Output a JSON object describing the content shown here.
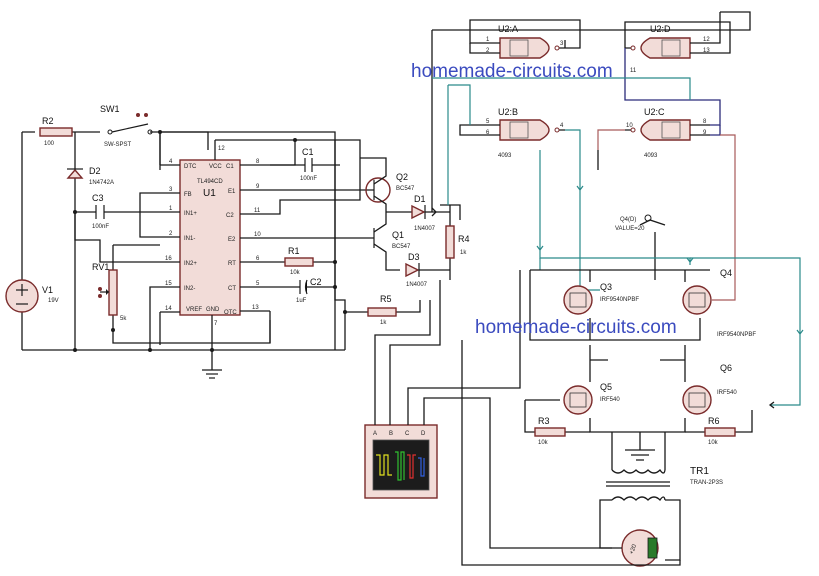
{
  "watermark": {
    "top": "homemade-circuits.com",
    "bottom": "homemade-circuits.com"
  },
  "components": {
    "r2": {
      "ref": "R2",
      "value": "100"
    },
    "sw1": {
      "ref": "SW1",
      "value": "SW-SPST"
    },
    "d2": {
      "ref": "D2",
      "value": "1N4742A"
    },
    "c3": {
      "ref": "C3",
      "value": "100nF"
    },
    "rv1": {
      "ref": "RV1",
      "value": "5k"
    },
    "v1": {
      "ref": "V1",
      "value": "19V"
    },
    "u1": {
      "ref": "U1",
      "part": "TL494CD",
      "pins_left": [
        "DTC",
        "FB",
        "IN1+",
        "IN1-",
        "IN2+",
        "IN2-"
      ],
      "pins_right": [
        "C1",
        "E1",
        "C2",
        "E2",
        "RT",
        "CT",
        "OTC"
      ],
      "pins_top": [
        "VCC"
      ],
      "pins_bottom": [
        "VREF",
        "GND"
      ],
      "pin_numbers_left": [
        "4",
        "3",
        "1",
        "2",
        "16",
        "15",
        "14"
      ],
      "pin_numbers_right": [
        "8",
        "9",
        "11",
        "10",
        "6",
        "5",
        "13"
      ],
      "pin_numbers_top": [
        "12"
      ],
      "pin_numbers_bottom": [
        "7"
      ]
    },
    "c1": {
      "ref": "C1",
      "value": "100nF"
    },
    "c2": {
      "ref": "C2",
      "value": "1uF"
    },
    "r1": {
      "ref": "R1",
      "value": "10k"
    },
    "r5": {
      "ref": "R5",
      "value": "1k"
    },
    "q2": {
      "ref": "Q2",
      "part": "BC547"
    },
    "q1": {
      "ref": "Q1",
      "part": "BC547"
    },
    "d1": {
      "ref": "D1",
      "value": "1N4007"
    },
    "d3": {
      "ref": "D3",
      "value": "1N4007"
    },
    "r4": {
      "ref": "R4",
      "value": "1k"
    },
    "u2a": {
      "ref": "U2:A",
      "part": "",
      "pins": [
        "1",
        "2",
        "3"
      ]
    },
    "u2b": {
      "ref": "U2:B",
      "part": "4093",
      "pins": [
        "5",
        "6",
        "4"
      ]
    },
    "u2c": {
      "ref": "U2:C",
      "part": "4093",
      "pins": [
        "8",
        "9",
        "10"
      ]
    },
    "u2d": {
      "ref": "U2:D",
      "part": "",
      "pins": [
        "12",
        "13",
        "11"
      ]
    },
    "q4d": {
      "ref": "Q4(D)",
      "value": "VALUE=20"
    },
    "q3": {
      "ref": "Q3",
      "part": "IRF9540NPBF"
    },
    "q4": {
      "ref": "Q4",
      "part": "IRF9540NPBF"
    },
    "q5": {
      "ref": "Q5",
      "part": "IRF540"
    },
    "q6": {
      "ref": "Q6",
      "part": "IRF540"
    },
    "r3": {
      "ref": "R3",
      "value": "10k"
    },
    "r6": {
      "ref": "R6",
      "value": "10k"
    },
    "tr1": {
      "ref": "TR1",
      "part": "TRAN-2P3S"
    },
    "scope": {
      "channels": [
        "A",
        "B",
        "C",
        "D"
      ]
    },
    "meter": {
      "reading": "+20"
    }
  },
  "colors": {
    "body_fill": "#f2dcd8",
    "body_stroke": "#7a2b2b",
    "wire": "#1a1a1a",
    "wire_teal": "#2a8a8a",
    "wire_navy": "#2b2b7a",
    "wire_red": "#a85a5a",
    "watermark": "#3b4bbf"
  }
}
